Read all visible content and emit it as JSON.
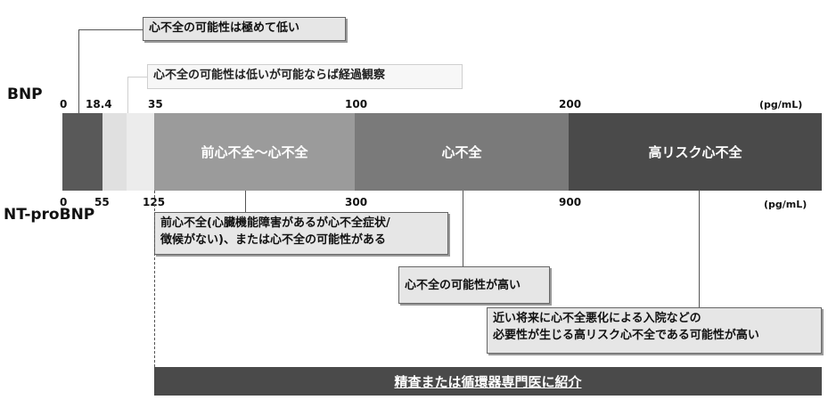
{
  "labels": {
    "bnp": "BNP",
    "ntprobnp": "NT-proBNP"
  },
  "bnp_ticks": [
    "0",
    "18.4",
    "35",
    "100",
    "200"
  ],
  "nt_ticks": [
    "0",
    "55",
    "125",
    "300",
    "900"
  ],
  "unit": "(pg/mL)",
  "segments": {
    "pre_hf": "前心不全～心不全",
    "hf": "心不全",
    "high_risk": "高リスク心不全"
  },
  "callouts": {
    "very_low": "心不全の可能性は極めて低い",
    "low_follow": "心不全の可能性は低いが可能ならば経過観察",
    "pre_hf_line1": "前心不全(心臓機能障害があるが心不全症状/",
    "pre_hf_line2": "徴候がない)、または心不全の可能性がある",
    "high": "心不全の可能性が高い",
    "high_risk_line1": "近い将来に心不全悪化による入院などの",
    "high_risk_line2": "必要性が生じる高リスク心不全である可能性が高い"
  },
  "referral": "精査または循環器専門医に紹介",
  "colors": {
    "seg1": "#595959",
    "seg2": "#e0e0e0",
    "seg3": "#ececec",
    "seg4": "#9b9b9b",
    "seg5": "#7a7a7a",
    "seg6": "#4a4a4a",
    "referral": "#4a4a4a"
  }
}
